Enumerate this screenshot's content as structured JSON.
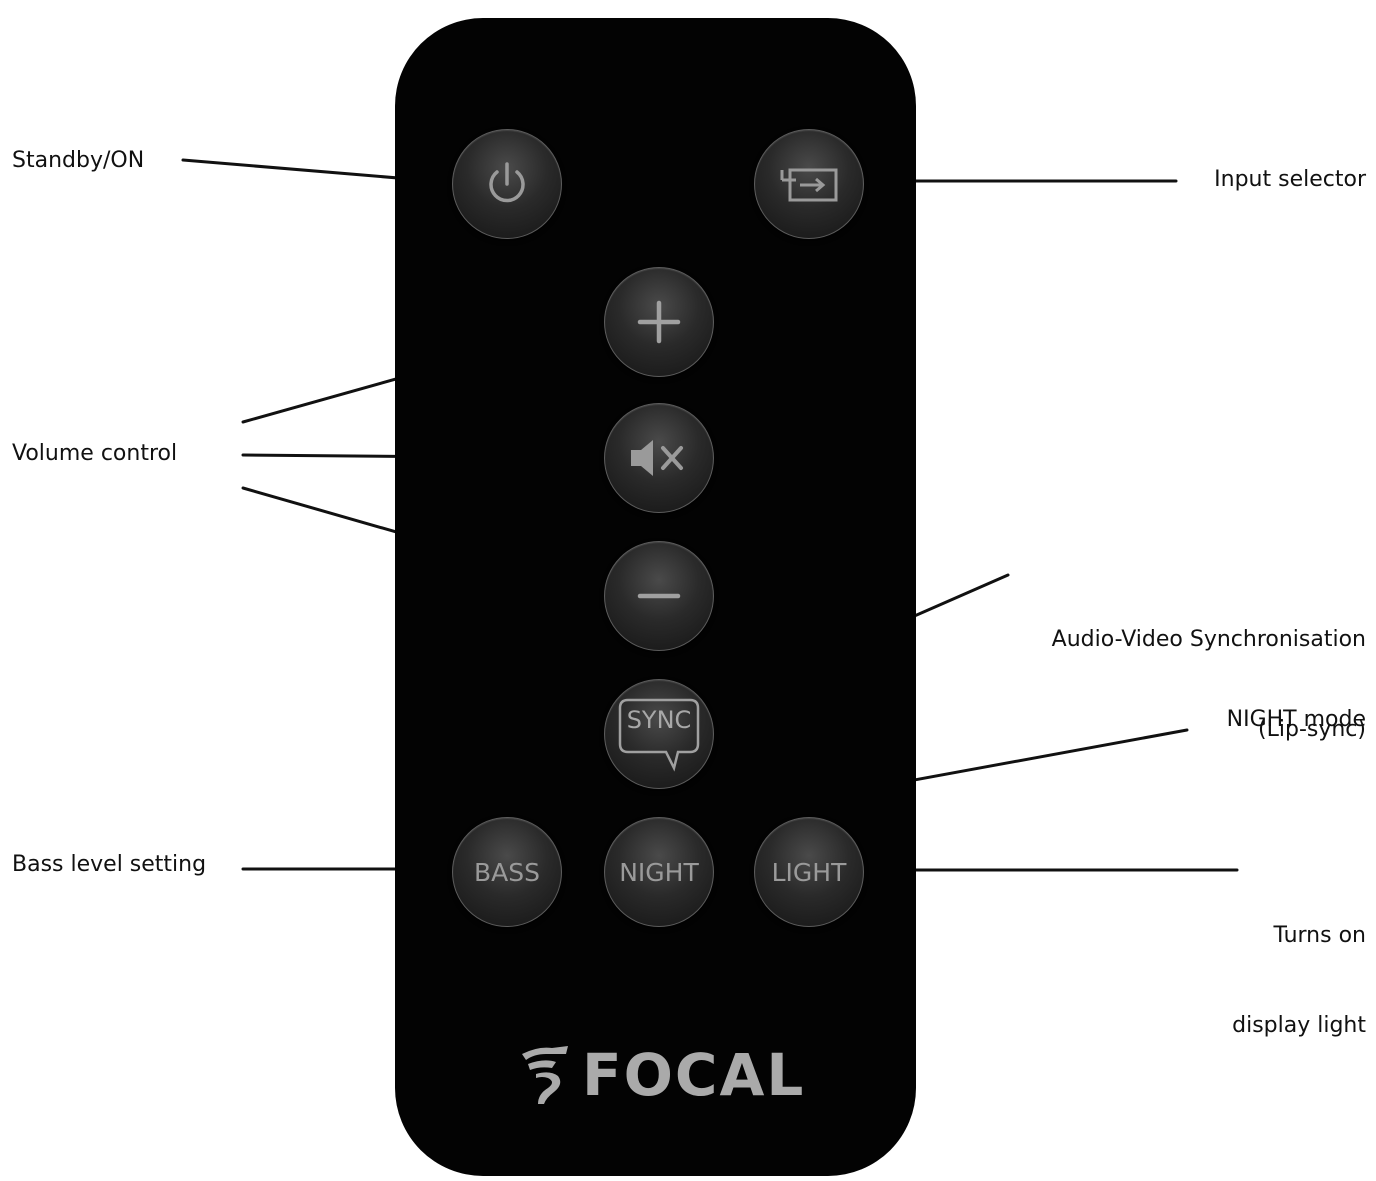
{
  "callouts": {
    "standby": "Standby/ON",
    "input_selector": "Input selector",
    "volume_control": "Volume control",
    "av_sync_line1": "Audio-Video Synchronisation",
    "av_sync_line2": "(Lip-sync)",
    "night_mode": "NIGHT mode",
    "bass_level": "Bass level setting",
    "display_light_line1": "Turns on",
    "display_light_line2": "display light"
  },
  "buttons": {
    "power_icon": "power-icon",
    "input_icon": "input-icon",
    "volume_up_icon": "plus-icon",
    "mute_icon": "mute-icon",
    "volume_down_icon": "minus-icon",
    "sync": "SYNC",
    "bass": "BASS",
    "night": "NIGHT",
    "light": "LIGHT"
  },
  "brand": {
    "logo_icon": "focal-logo-icon",
    "name": "FOCAL"
  },
  "colors": {
    "remote_body": "#030303",
    "button_label": "#9a9a9a",
    "leader_lines": "#111111"
  }
}
